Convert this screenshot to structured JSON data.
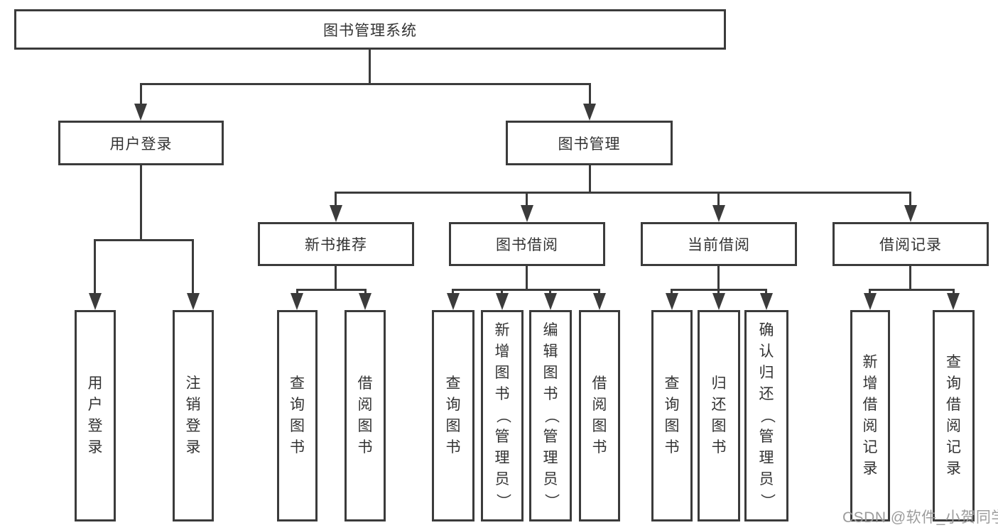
{
  "diagram": {
    "type": "hierarchy-tree",
    "tree": {
      "label": "图书管理系统",
      "children": [
        {
          "label": "用户登录",
          "children": [
            {
              "label": "用户登录"
            },
            {
              "label": "注销登录"
            }
          ]
        },
        {
          "label": "图书管理",
          "children": [
            {
              "label": "新书推荐",
              "children": [
                {
                  "label": "查询图书"
                },
                {
                  "label": "借阅图书"
                }
              ]
            },
            {
              "label": "图书借阅",
              "children": [
                {
                  "label": "查询图书"
                },
                {
                  "label": "新增图书（管理员）"
                },
                {
                  "label": "编辑图书（管理员）"
                },
                {
                  "label": "借阅图书"
                }
              ]
            },
            {
              "label": "当前借阅",
              "children": [
                {
                  "label": "查询图书"
                },
                {
                  "label": "归还图书"
                },
                {
                  "label": "确认归还（管理员）"
                }
              ]
            },
            {
              "label": "借阅记录",
              "children": [
                {
                  "label": "新增借阅记录"
                },
                {
                  "label": "查询借阅记录"
                }
              ]
            }
          ]
        }
      ]
    },
    "watermark": "CSDN @软件_小贺同学",
    "colors": {
      "line": "#3b3b3b",
      "text": "#333333",
      "watermark": "#9c9c9c",
      "background": "#ffffff"
    }
  }
}
